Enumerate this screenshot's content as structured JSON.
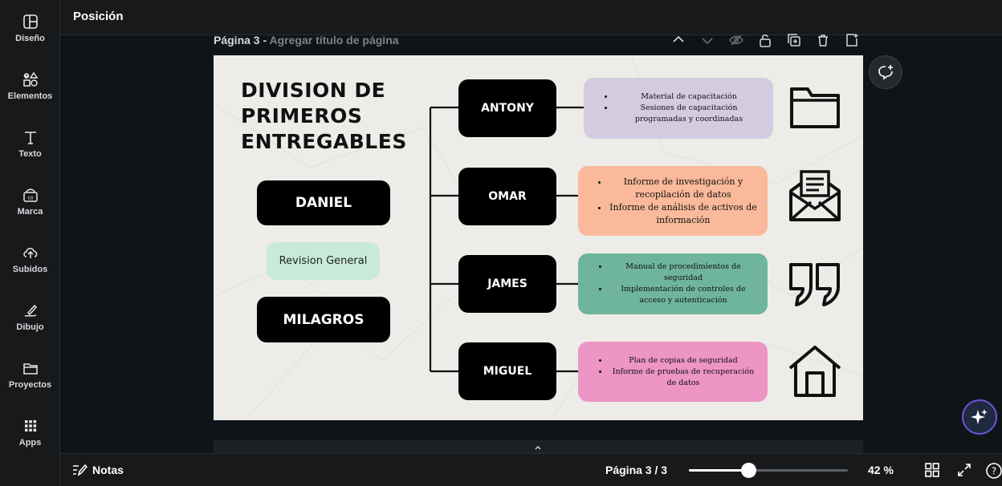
{
  "rail": {
    "items": [
      {
        "label": "Diseño",
        "icon": "layout-icon"
      },
      {
        "label": "Elementos",
        "icon": "shapes-icon"
      },
      {
        "label": "Texto",
        "icon": "text-icon"
      },
      {
        "label": "Marca",
        "icon": "brand-icon"
      },
      {
        "label": "Subidos",
        "icon": "upload-cloud-icon"
      },
      {
        "label": "Dibujo",
        "icon": "draw-icon"
      },
      {
        "label": "Proyectos",
        "icon": "folder-icon"
      },
      {
        "label": "Apps",
        "icon": "apps-grid-icon"
      }
    ]
  },
  "topbar": {
    "title": "Posición"
  },
  "page_header": {
    "number": "Página 3 -",
    "add_title": "Agregar título de página"
  },
  "slide": {
    "title_lines": [
      "DIVISION DE",
      "PRIMEROS",
      "ENTREGABLES"
    ],
    "left_people": [
      "DANIEL",
      "MILAGROS"
    ],
    "review_label": "Revision General",
    "rows": [
      {
        "name": "ANTONY",
        "color": "#d3cce1",
        "bullets": [
          "Material de capacitación",
          "Sesiones de capacitación programadas y coordinadas"
        ],
        "icon": "folder-icon"
      },
      {
        "name": "OMAR",
        "color": "#f9b99a",
        "bullets": [
          "Informe de investigación y recopilación de datos",
          "Informe de análisis de activos de información"
        ],
        "icon": "envelope-icon"
      },
      {
        "name": "JAMES",
        "color": "#6fb59e",
        "bullets": [
          "Manual de procedimientos de seguridad",
          "Implementación de controles de acceso y autenticación"
        ],
        "icon": "quote-icon"
      },
      {
        "name": "MIGUEL",
        "color": "#ed95c4",
        "bullets": [
          "Plan de copias de seguridad",
          "Informe de pruebas de recuperación de datos"
        ],
        "icon": "house-icon"
      }
    ]
  },
  "bottombar": {
    "notes_label": "Notas",
    "page_count": "Página 3 / 3",
    "zoom_label": "42 %",
    "zoom_fraction": 0.42
  }
}
